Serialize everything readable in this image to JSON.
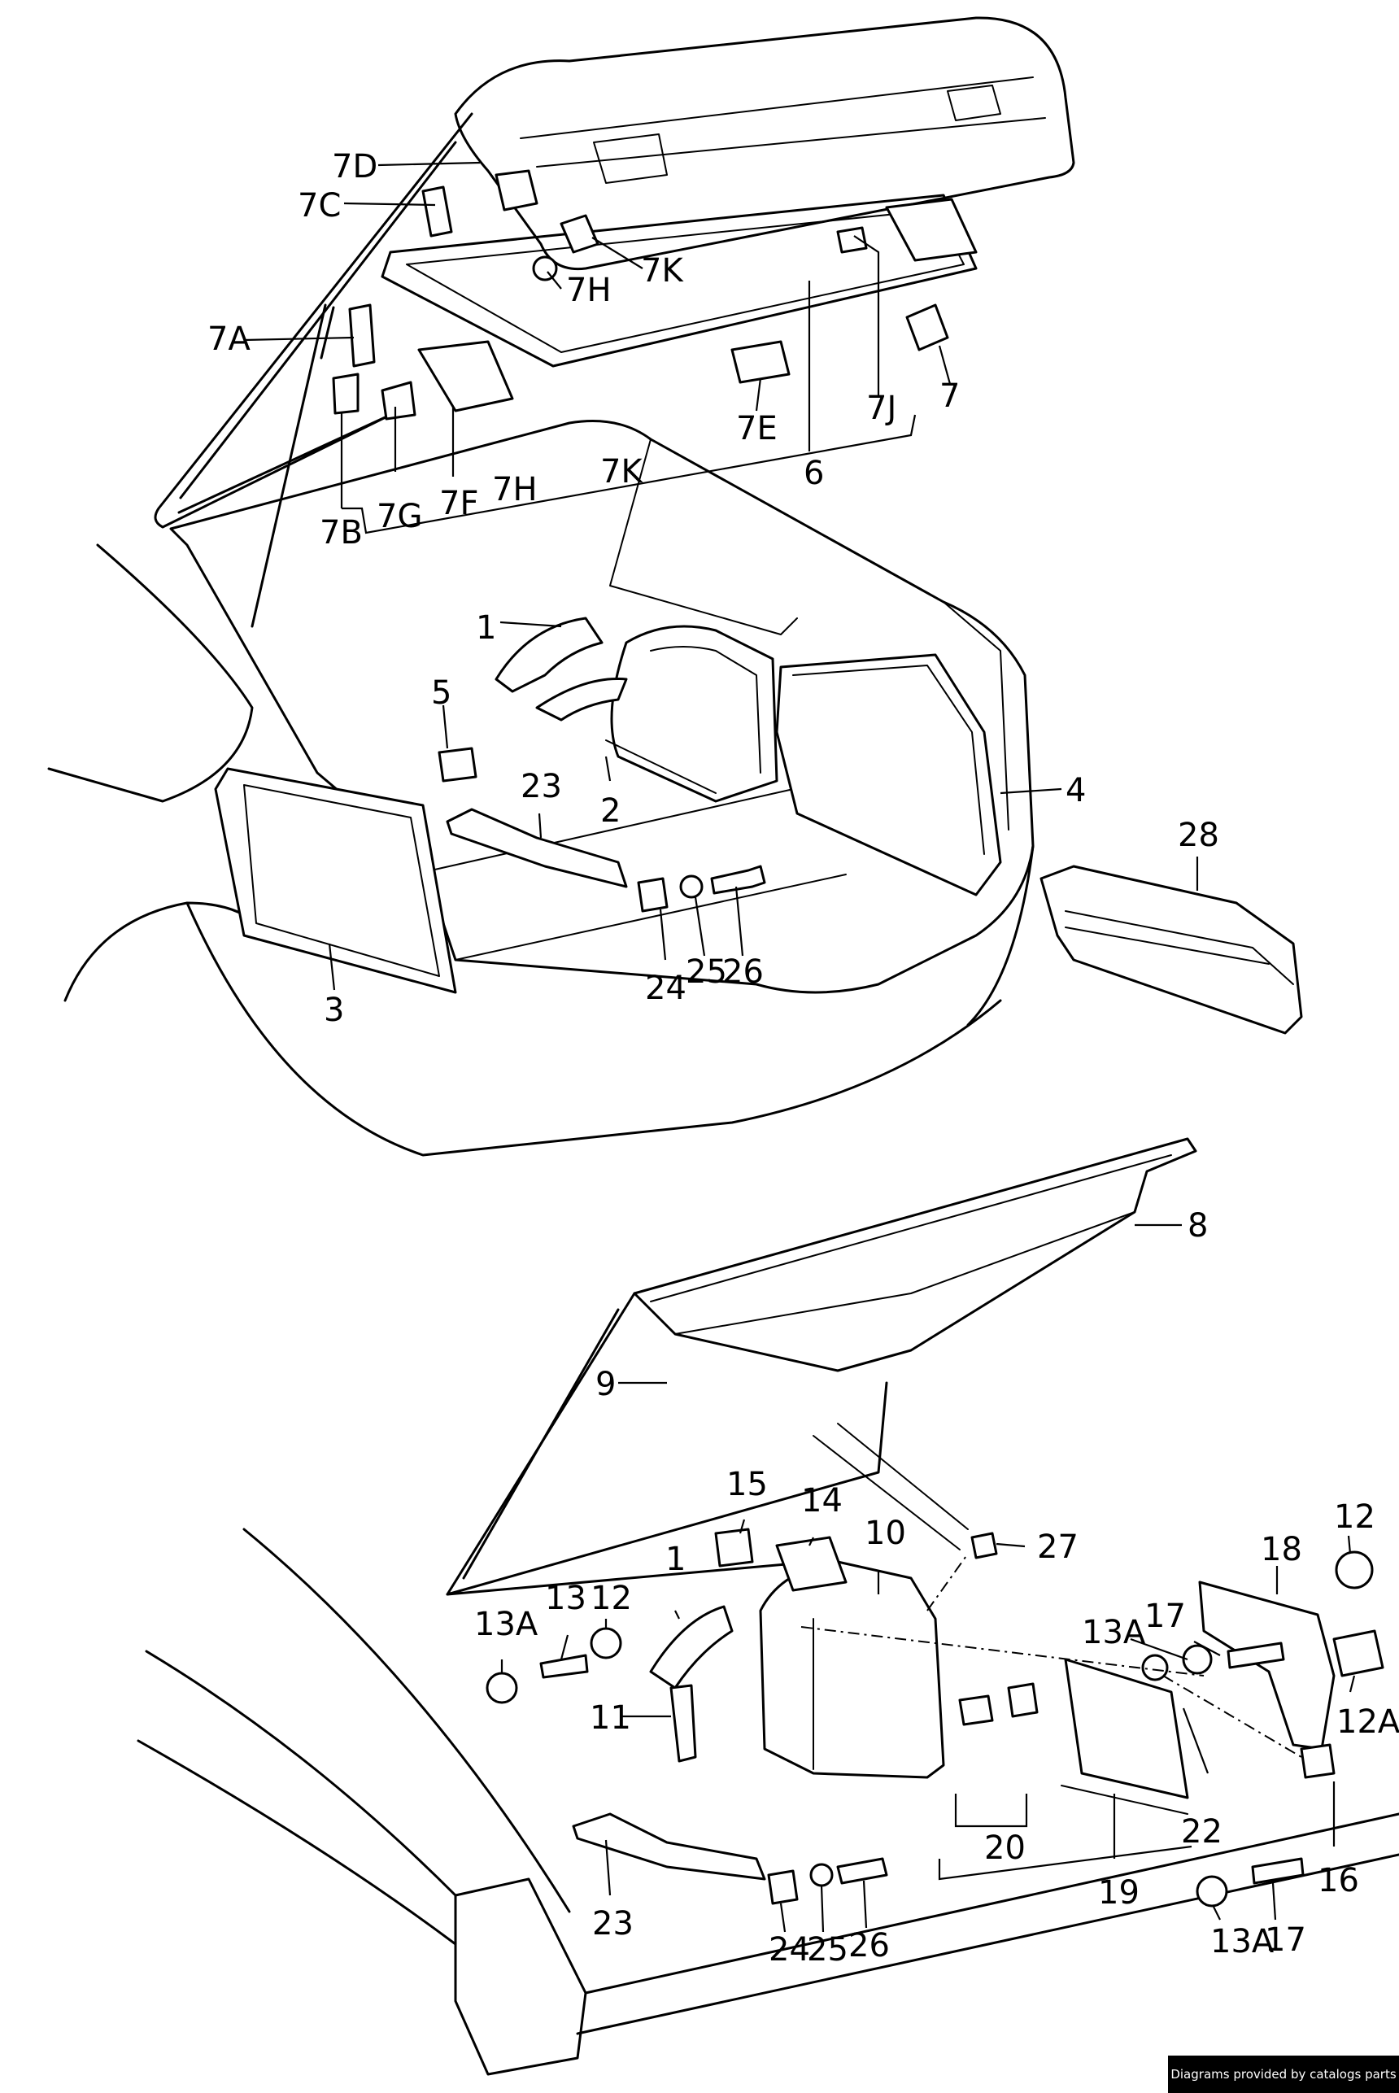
{
  "credit": "Diagrams provided by catalogs parts",
  "callouts": {
    "c_7D": "7D",
    "c_7C": "7C",
    "c_7K_top": "7K",
    "c_7H_top": "7H",
    "c_7A": "7A",
    "c_7": "7",
    "c_7J": "7J",
    "c_7E": "7E",
    "c_6": "6",
    "c_7K_bot": "7K",
    "c_7H_bot": "7H",
    "c_7F": "7F",
    "c_7G": "7G",
    "c_7B": "7B",
    "c_1_top": "1",
    "c_5": "5",
    "c_23_top": "23",
    "c_2": "2",
    "c_4": "4",
    "c_28": "28",
    "c_3": "3",
    "c_24_top": "24",
    "c_25_top": "25",
    "c_26_top": "26",
    "c_8": "8",
    "c_9": "9",
    "c_15": "15",
    "c_14": "14",
    "c_10": "10",
    "c_27": "27",
    "c_12_right": "12",
    "c_18": "18",
    "c_1_bot": "1",
    "c_13A_left": "13A",
    "c_13": "13",
    "c_12_left": "12",
    "c_17_top": "17",
    "c_13A_mid": "13A",
    "c_12A": "12A",
    "c_11": "11",
    "c_20": "20",
    "c_22": "22",
    "c_19": "19",
    "c_16": "16",
    "c_23_bot": "23",
    "c_24_bot": "24",
    "c_25_bot": "25",
    "c_26_bot": "26",
    "c_13A_bot": "13A",
    "c_17_bot": "17"
  }
}
